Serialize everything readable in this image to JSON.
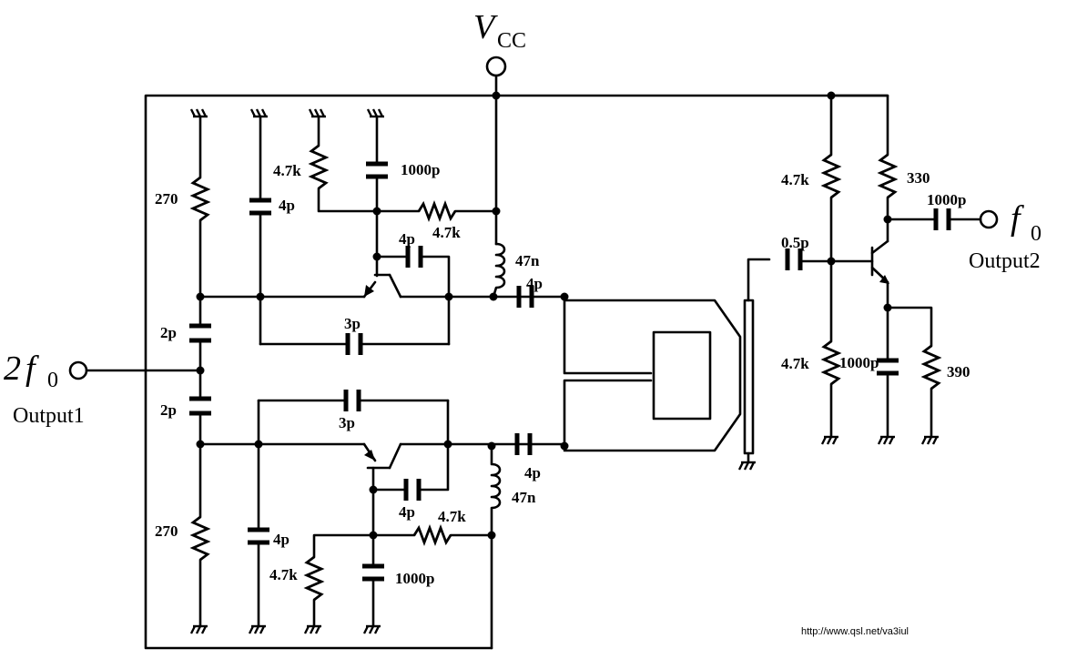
{
  "supply": {
    "symbol": "V",
    "subscript": "CC"
  },
  "outputs": {
    "output1": {
      "freq_prefix": "2",
      "freq_symbol": "f",
      "freq_subscript": "0",
      "label": "Output1"
    },
    "output2": {
      "freq_symbol": "f",
      "freq_subscript": "0",
      "label": "Output2"
    }
  },
  "components": {
    "r_upper_bias": "270",
    "r_lower_bias": "270",
    "c_upper_base_shunt": "4p",
    "c_lower_base_shunt": "4p",
    "c_upper_series": "2p",
    "c_lower_series": "2p",
    "r_upper_emitter": "4.7k",
    "r_lower_emitter": "4.7k",
    "c_upper_bypass": "1000p",
    "c_lower_bypass": "1000p",
    "r_upper_feed": "4.7k",
    "r_lower_feed": "4.7k",
    "c_upper_emitter_fb": "4p",
    "c_lower_emitter_fb": "4p",
    "c_upper_fb": "3p",
    "c_lower_fb": "3p",
    "l_upper_choke": "47n",
    "l_lower_choke": "47n",
    "c_upper_coupling": "4p",
    "c_lower_coupling": "4p",
    "c_buffer_in": "0.5p",
    "r_buffer_bias_top": "4.7k",
    "r_buffer_bias_bottom": "4.7k",
    "r_buffer_collector": "330",
    "c_buffer_out": "1000p",
    "c_buffer_emitter": "1000p",
    "r_buffer_emitter": "390"
  },
  "watermark": "http://www.qsl.net/va3iul"
}
